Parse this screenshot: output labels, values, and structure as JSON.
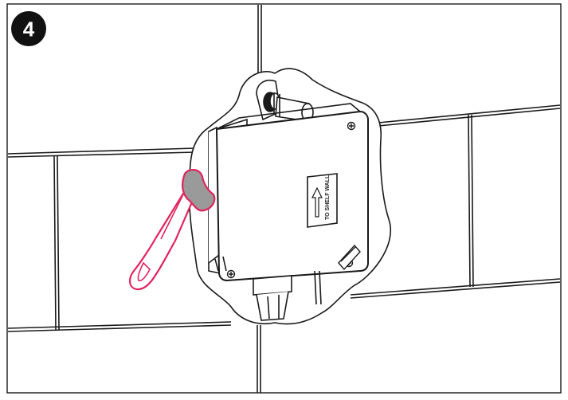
{
  "step": {
    "number": "4"
  },
  "box_label": {
    "text": "TO SHELF WALL"
  },
  "colors": {
    "line": "#1a1a1a",
    "tool_outline": "#e0245e",
    "tool_head": "#9a9a9a",
    "badge": "#111111",
    "background": "#ffffff"
  },
  "icons": {
    "step_badge": "step-number-badge",
    "tool": "screwdriver-icon",
    "direction_arrow": "arrow-up-icon"
  }
}
